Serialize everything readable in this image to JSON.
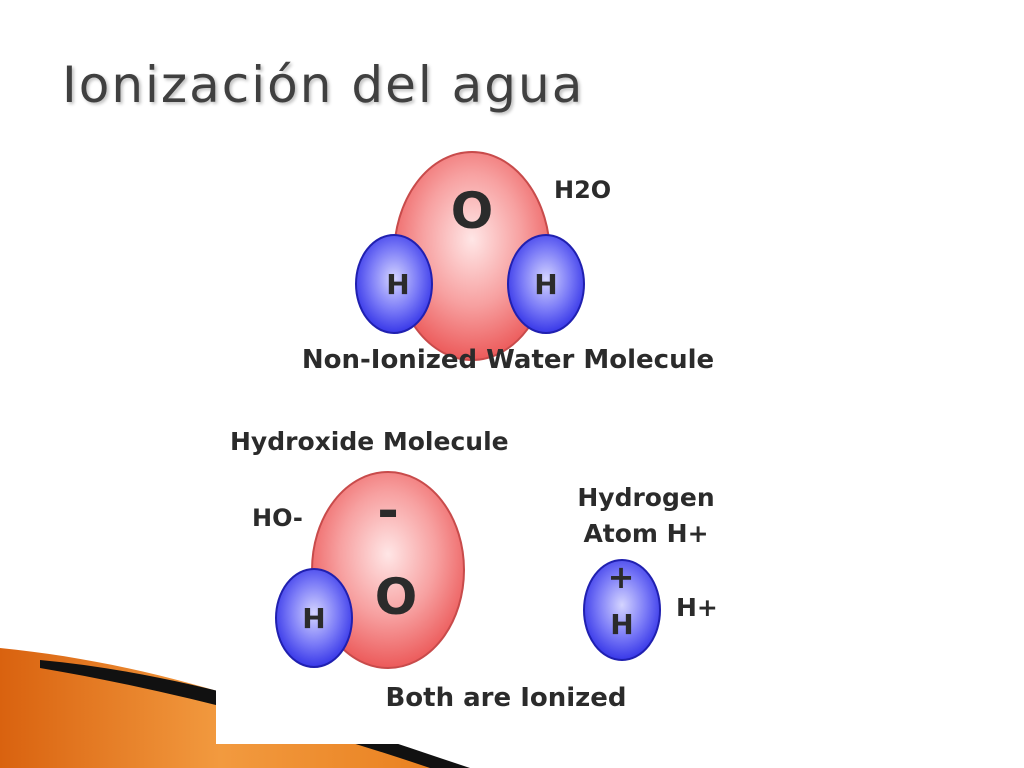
{
  "slide": {
    "title": "Ionización del agua"
  },
  "diagram": {
    "water": {
      "oxygen_symbol": "O",
      "hydrogen_left": "H",
      "hydrogen_right": "H",
      "formula": "H2O",
      "caption": "Non-Ionized Water Molecule"
    },
    "hydroxide": {
      "heading": "Hydroxide Molecule",
      "formula": "HO-",
      "charge": "-",
      "oxygen_symbol": "O",
      "hydrogen": "H"
    },
    "hydrogen_ion": {
      "heading_line1": "Hydrogen",
      "heading_line2": "Atom H+",
      "charge": "+",
      "symbol": "H",
      "formula": "H+"
    },
    "caption_bottom": "Both are Ionized"
  },
  "colors": {
    "oxygen_fill": "#f06b6b",
    "oxygen_highlight": "#ffe0e0",
    "hydrogen_fill": "#3b3bf0",
    "hydrogen_highlight": "#c8c8ff",
    "title_text": "#404040",
    "accent_orange": "#e2731b",
    "accent_black": "#111111"
  }
}
